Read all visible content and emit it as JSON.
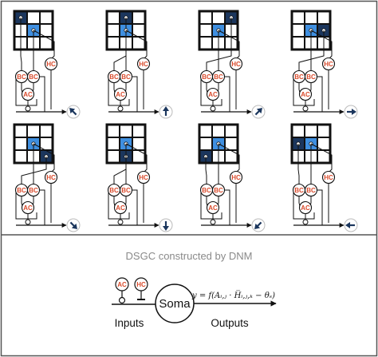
{
  "cells": {
    "bipolar": "BC",
    "horizontal": "HC",
    "amacrine": "AC"
  },
  "colors": {
    "dark": "#1b365d",
    "light": "#3f8fe0",
    "grid": "#111111",
    "cell_text": "#d94a2b",
    "arrow": "#1b365d"
  },
  "panels": [
    {
      "direction": "up-left",
      "arrow_icon": "arrow-up-left-icon",
      "dark_cell": [
        0,
        0
      ],
      "light_cell": [
        1,
        1
      ]
    },
    {
      "direction": "up",
      "arrow_icon": "arrow-up-icon",
      "dark_cell": [
        0,
        1
      ],
      "light_cell": [
        1,
        1
      ]
    },
    {
      "direction": "up-right",
      "arrow_icon": "arrow-up-right-icon",
      "dark_cell": [
        0,
        2
      ],
      "light_cell": [
        1,
        1
      ]
    },
    {
      "direction": "right",
      "arrow_icon": "arrow-right-icon",
      "dark_cell": [
        1,
        2
      ],
      "light_cell": [
        1,
        1
      ]
    },
    {
      "direction": "down-right",
      "arrow_icon": "arrow-down-right-icon",
      "dark_cell": [
        2,
        2
      ],
      "light_cell": [
        1,
        1
      ]
    },
    {
      "direction": "down",
      "arrow_icon": "arrow-down-icon",
      "dark_cell": [
        2,
        1
      ],
      "light_cell": [
        1,
        1
      ]
    },
    {
      "direction": "down-left",
      "arrow_icon": "arrow-down-left-icon",
      "dark_cell": [
        2,
        0
      ],
      "light_cell": [
        1,
        1
      ]
    },
    {
      "direction": "left",
      "arrow_icon": "arrow-left-icon",
      "dark_cell": [
        1,
        0
      ],
      "light_cell": [
        1,
        1
      ]
    }
  ],
  "legend": {
    "caption": "DSGC constructed by DNM",
    "inputs_label": "Inputs",
    "outputs_label": "Outputs",
    "soma_label": "Soma",
    "formula": "y = f(Aᵢ,ⱼ · H̅ᵢ,ⱼ,ₖ − θₛ)",
    "input_cells": [
      "AC",
      "HC"
    ]
  }
}
